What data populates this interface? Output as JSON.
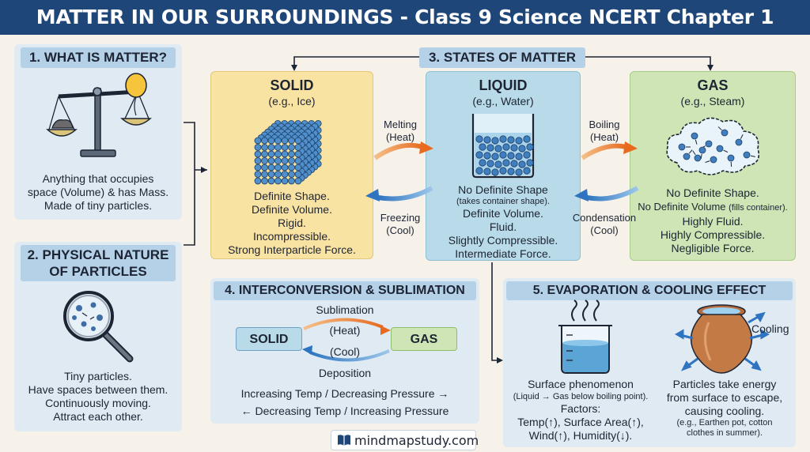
{
  "title": "MATTER IN OUR SURROUNDINGS - Class 9 Science NCERT Chapter 1",
  "sections": {
    "what_is_matter": {
      "heading": "1. WHAT IS MATTER?",
      "lines": [
        "Anything that occupies",
        "space (Volume) & has Mass.",
        "Made of tiny particles."
      ],
      "icon": "balance-scale-icon"
    },
    "physical_nature": {
      "heading_line1": "2. PHYSICAL NATURE",
      "heading_line2": "OF PARTICLES",
      "lines": [
        "Tiny particles.",
        "Have spaces between them.",
        "Continuously moving.",
        "Attract each other."
      ],
      "icon": "magnifier-icon"
    },
    "states": {
      "heading": "3. STATES OF MATTER",
      "solid": {
        "title": "SOLID",
        "example": "(e.g., Ice)",
        "lines": [
          "Definite Shape.",
          "Definite Volume.",
          "Rigid.",
          "Incompressible.",
          "Strong Interparticle Force."
        ],
        "color": "#f9e3a3"
      },
      "liquid": {
        "title": "LIQUID",
        "example": "(e.g., Water)",
        "line1": "No Definite Shape",
        "line1_note": "(takes container shape).",
        "lines": [
          "Definite Volume.",
          "Fluid.",
          "Slightly Compressible.",
          "Intermediate Force."
        ],
        "color": "#b9dbe9"
      },
      "gas": {
        "title": "GAS",
        "example": "(e.g., Steam)",
        "line1": "No Definite Shape.",
        "line2": "No Definite Volume",
        "line2_note": "(fills container).",
        "lines": [
          "Highly Fluid.",
          "Highly Compressible.",
          "Negligible Force."
        ],
        "color": "#cfe5b5"
      },
      "melting": {
        "line1": "Melting",
        "line2": "(Heat)"
      },
      "freezing": {
        "line1": "Freezing",
        "line2": "(Cool)"
      },
      "boiling": {
        "line1": "Boiling",
        "line2": "(Heat)"
      },
      "condensation": {
        "line1": "Condensation",
        "line2": "(Cool)"
      }
    },
    "interconversion": {
      "heading": "4. INTERCONVERSION & SUBLIMATION",
      "solid_label": "SOLID",
      "gas_label": "GAS",
      "sublimation": "Sublimation",
      "heat": "(Heat)",
      "cool": "(Cool)",
      "deposition": "Deposition",
      "line1": "Increasing Temp / Decreasing Pressure →",
      "line2": "← Decreasing Temp / Increasing Pressure"
    },
    "evaporation": {
      "heading": "5. EVAPORATION & COOLING EFFECT",
      "left_line1": "Surface phenomenon",
      "left_note": "(Liquid → Gas below boiling point).",
      "left_lines": [
        "Factors:",
        "Temp(↑), Surface Area(↑),",
        "Wind(↑), Humidity(↓)."
      ],
      "cooling_label": "Cooling",
      "right_lines": [
        "Particles take energy",
        "from surface to escape,",
        "causing cooling."
      ],
      "right_note1": "(e.g., Earthen pot, cotton",
      "right_note2": "clothes in summer)."
    }
  },
  "footer": {
    "site": "mindmapstudy.com",
    "icon": "book-icon"
  }
}
